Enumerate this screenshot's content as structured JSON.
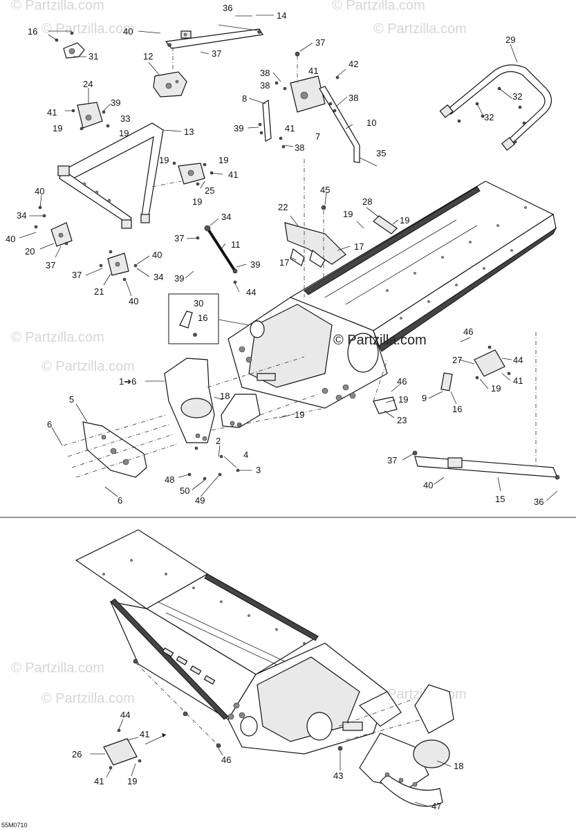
{
  "watermarks": [
    "© Partzilla.com",
    "© Partzilla.com",
    "© Partzilla.com",
    "© Partzilla.com",
    "© Partzilla.com",
    "© Partzilla.com",
    "© Partzilla.com",
    "© Partzilla.com",
    "© Partzilla.com"
  ],
  "center_watermark": "© Partzilla.com",
  "diagram_code": "55M0710",
  "callouts_top": {
    "c36a": "36",
    "c14": "14",
    "c16a": "16",
    "c40a": "40",
    "c37a": "37",
    "c31": "31",
    "c12": "12",
    "c37b": "37",
    "c29": "29",
    "c42": "42",
    "c38a": "38",
    "c41a": "41",
    "c8": "8",
    "c38b": "38",
    "c41b": "41",
    "c32a": "32",
    "c39a": "39",
    "c7": "7",
    "c10": "10",
    "c32b": "32",
    "c38c": "38",
    "c35": "35",
    "c24": "24",
    "c39b": "39",
    "c41c": "41",
    "c33": "33",
    "c19a": "19",
    "c19b": "19",
    "c13": "13",
    "c19c": "19",
    "c19d": "19",
    "c41d": "41",
    "c25": "25",
    "c19e": "19",
    "c40b": "40",
    "c45": "45",
    "c28": "28",
    "c34a": "34",
    "c22": "22",
    "c19f": "19",
    "c19g": "19",
    "c40c": "40",
    "c20": "20",
    "c37c": "37",
    "c34b": "34",
    "c37d": "37",
    "c11": "11",
    "c17a": "17",
    "c17b": "17",
    "c40d": "40",
    "c37e": "37",
    "c39c": "39",
    "c34c": "34",
    "c21": "21",
    "c39d": "39",
    "c44a": "44",
    "c40e": "40",
    "c30": "30",
    "c16b": "16",
    "c46a": "46",
    "c44b": "44",
    "c27": "27",
    "c41e": "41",
    "c19h": "19",
    "c1to6": "1➔6",
    "c18a": "18",
    "c46b": "46",
    "c19i": "19",
    "c9": "9",
    "c16c": "16",
    "c23": "23",
    "c5": "5",
    "c19j": "19",
    "c6a": "6",
    "c2": "2",
    "c4": "4",
    "c3": "3",
    "c48": "48",
    "c50": "50",
    "c49": "49",
    "c6b": "6",
    "c37f": "37",
    "c40f": "40",
    "c15": "15",
    "c36b": "36"
  },
  "callouts_bottom": {
    "c44c": "44",
    "c41f": "41",
    "c26": "26",
    "c41g": "41",
    "c19k": "19",
    "c46c": "46",
    "c43": "43",
    "c18b": "18",
    "c47": "47"
  }
}
